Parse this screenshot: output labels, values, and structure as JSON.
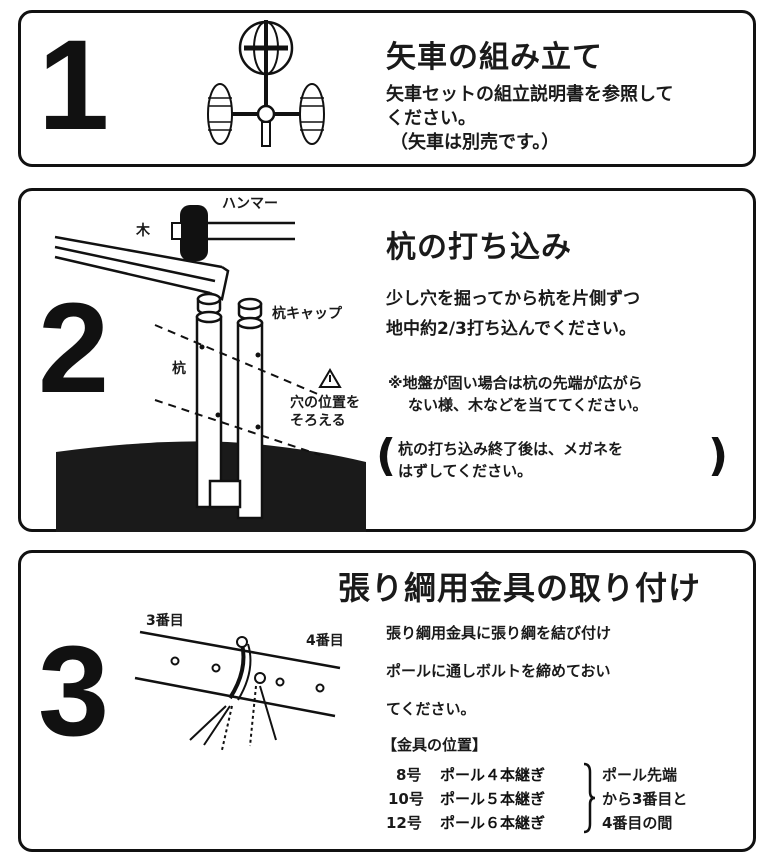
{
  "steps": [
    {
      "number": "1",
      "title": "矢車の組み立て",
      "lines": [
        "矢車セットの組立説明書を参照して",
        "ください。",
        "（矢車は別売です。）"
      ]
    },
    {
      "number": "2",
      "title": "杭の打ち込み",
      "lines": [
        "少し穴を掘ってから杭を片側ずつ",
        "地中約2/3打ち込んでください。"
      ],
      "note": [
        "※地盤が固い場合は杭の先端が広がら",
        "ない様、木などを当ててください。"
      ],
      "paren_note": [
        "杭の打ち込み終了後は、メガネを",
        "はずしてください。"
      ],
      "labels": {
        "hammer": "ハンマー",
        "wood": "木",
        "stake_cap": "杭キャップ",
        "stake": "杭",
        "align_holes_1": "穴の位置を",
        "align_holes_2": "そろえる"
      }
    },
    {
      "number": "3",
      "title": "張り綱用金具の取り付け",
      "lines": [
        "張り綱用金具に張り綱を結び付け",
        "ポールに通しボルトを締めておい",
        "てください。"
      ],
      "labels": {
        "third": "3番目",
        "fourth": "4番目"
      },
      "position_heading": "【金具の位置】",
      "positions": [
        {
          "size": "8号",
          "pole": "ポール４本継ぎ"
        },
        {
          "size": "10号",
          "pole": "ポール５本継ぎ"
        },
        {
          "size": "12号",
          "pole": "ポール６本継ぎ"
        }
      ],
      "position_note": [
        "ポール先端",
        "から3番目と",
        "4番目の間"
      ]
    }
  ]
}
